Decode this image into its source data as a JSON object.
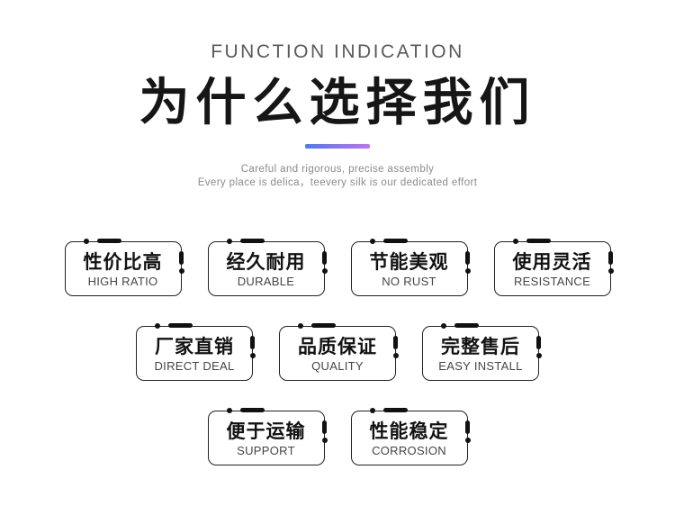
{
  "header": {
    "eyebrow": "FUNCTION INDICATION",
    "title": "为什么选择我们",
    "subtitle_line1": "Careful and rigorous, precise assembly",
    "subtitle_line2": "Every place is delica，teevery silk is our dedicated effort"
  },
  "divider_gradient": {
    "from": "#4d79f6",
    "to": "#bf72f2"
  },
  "cards": [
    {
      "zh": "性价比高",
      "en": "HIGH RATIO"
    },
    {
      "zh": "经久耐用",
      "en": "DURABLE"
    },
    {
      "zh": "节能美观",
      "en": "NO RUST"
    },
    {
      "zh": "使用灵活",
      "en": "RESISTANCE"
    },
    {
      "zh": "厂家直销",
      "en": "DIRECT DEAL"
    },
    {
      "zh": "品质保证",
      "en": "QUALITY"
    },
    {
      "zh": "完整售后",
      "en": "EASY INSTALL"
    },
    {
      "zh": "便于运输",
      "en": "SUPPORT"
    },
    {
      "zh": "性能稳定",
      "en": "CORROSION"
    }
  ]
}
